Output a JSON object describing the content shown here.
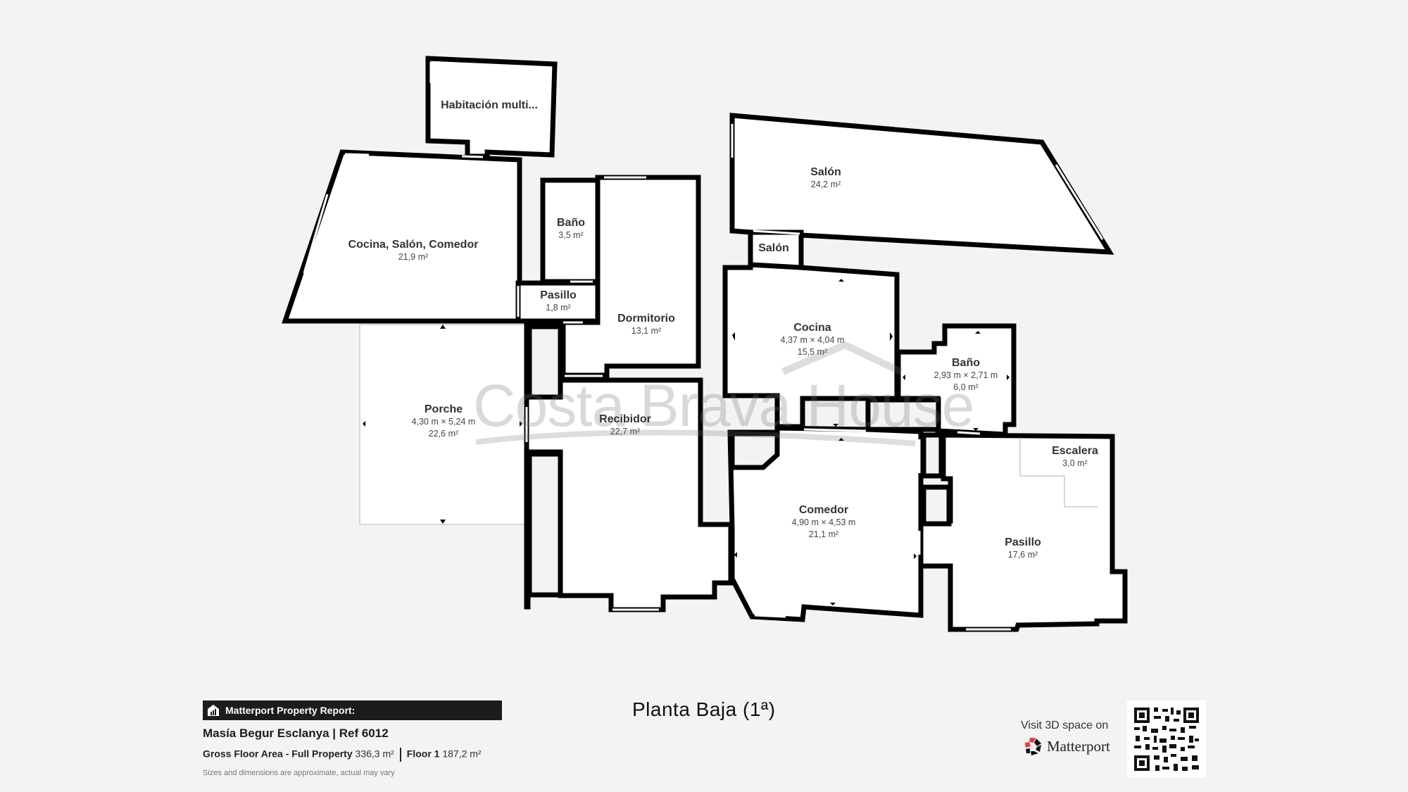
{
  "floor_plan": {
    "floor_title": "Planta Baja (1ª)",
    "watermark": "Costa Brava House",
    "rooms": [
      {
        "name": "Habitación multi...",
        "dims": "",
        "area": ""
      },
      {
        "name": "Cocina, Salón, Comedor",
        "dims": "",
        "area": "21,9 m²"
      },
      {
        "name": "Baño",
        "dims": "",
        "area": "3,5 m²"
      },
      {
        "name": "Pasillo",
        "dims": "",
        "area": "1,8 m²"
      },
      {
        "name": "Dormitorio",
        "dims": "",
        "area": "13,1 m²"
      },
      {
        "name": "Porche",
        "dims": "4,30 m × 5,24 m",
        "area": "22,6 m²"
      },
      {
        "name": "Recibidor",
        "dims": "",
        "area": "22,7 m²"
      },
      {
        "name": "Salón",
        "dims": "",
        "area": "24,2 m²"
      },
      {
        "name": "Salón",
        "dims": "",
        "area": ""
      },
      {
        "name": "Cocina",
        "dims": "4,37 m × 4,04 m",
        "area": "15,5 m²"
      },
      {
        "name": "Baño",
        "dims": "2,93 m × 2,71 m",
        "area": "6,0 m²"
      },
      {
        "name": "Comedor",
        "dims": "4,90 m × 4,53 m",
        "area": "21,1 m²"
      },
      {
        "name": "Escalera",
        "dims": "",
        "area": "3,0 m²"
      },
      {
        "name": "Pasillo",
        "dims": "",
        "area": "17,6 m²"
      }
    ]
  },
  "report": {
    "header": "Matterport Property Report:",
    "property_title": "Masía Begur Esclanya | Ref 6012",
    "gross_label": "Gross Floor Area - Full Property",
    "gross_value": "336,3 m²",
    "floor_label": "Floor 1",
    "floor_value": "187,2 m²",
    "disclaimer": "Sizes and dimensions are approximate, actual may vary"
  },
  "matterport": {
    "visit_text": "Visit 3D space on",
    "brand": "Matterport",
    "brand_color": "#e8374e"
  }
}
